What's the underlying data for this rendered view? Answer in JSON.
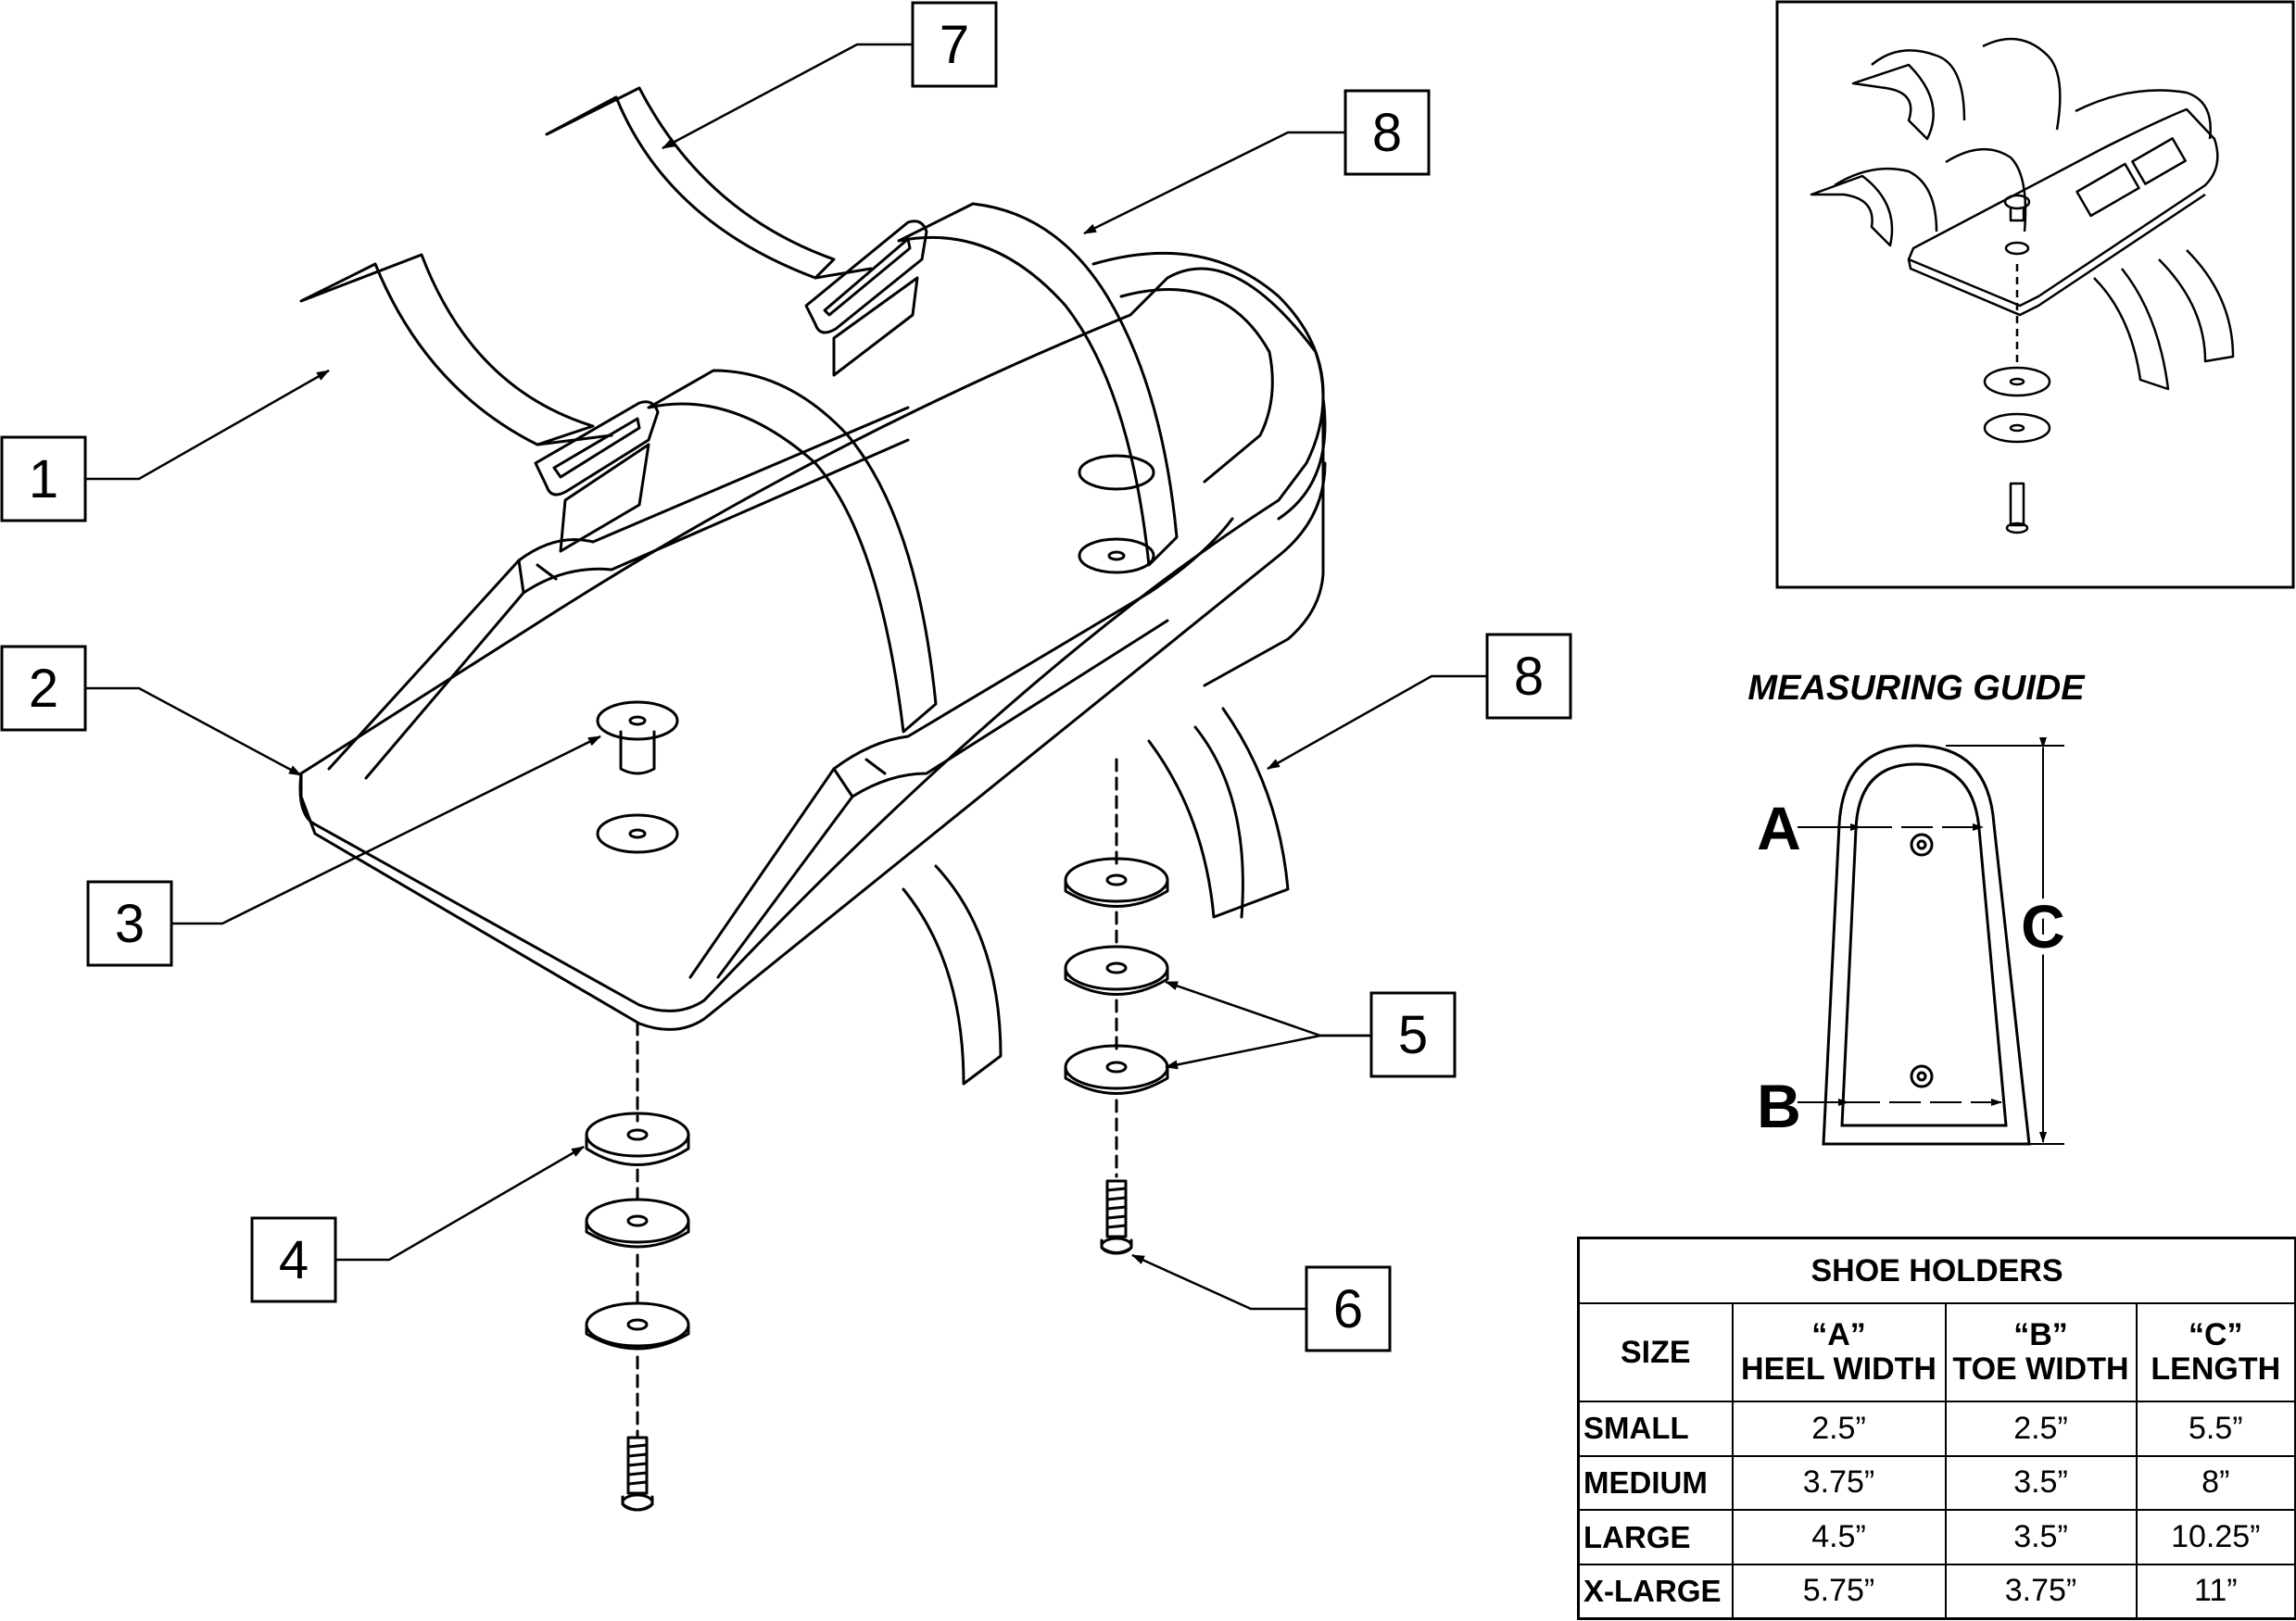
{
  "callouts": [
    {
      "id": "1",
      "label": "1"
    },
    {
      "id": "2",
      "label": "2"
    },
    {
      "id": "3",
      "label": "3"
    },
    {
      "id": "4",
      "label": "4"
    },
    {
      "id": "5",
      "label": "5"
    },
    {
      "id": "6",
      "label": "6"
    },
    {
      "id": "7",
      "label": "7"
    },
    {
      "id": "8a",
      "label": "8"
    },
    {
      "id": "8b",
      "label": "8"
    }
  ],
  "measuring_guide": {
    "title": "MEASURING GUIDE",
    "label_a": "A",
    "label_b": "B",
    "label_c": "C"
  },
  "table": {
    "caption": "SHOE HOLDERS",
    "columns": [
      {
        "line1": "",
        "line2": "SIZE"
      },
      {
        "line1": "“A”",
        "line2": "HEEL WIDTH"
      },
      {
        "line1": "“B”",
        "line2": "TOE WIDTH"
      },
      {
        "line1": "“C”",
        "line2": "LENGTH"
      }
    ],
    "rows": [
      {
        "size": "SMALL",
        "a": "2.5”",
        "b": "2.5”",
        "c": "5.5”"
      },
      {
        "size": "MEDIUM",
        "a": "3.75”",
        "b": "3.5”",
        "c": "8”"
      },
      {
        "size": "LARGE",
        "a": "4.5”",
        "b": "3.5”",
        "c": "10.25”"
      },
      {
        "size": "X-LARGE",
        "a": "5.75”",
        "b": "3.75”",
        "c": "11”"
      }
    ]
  }
}
